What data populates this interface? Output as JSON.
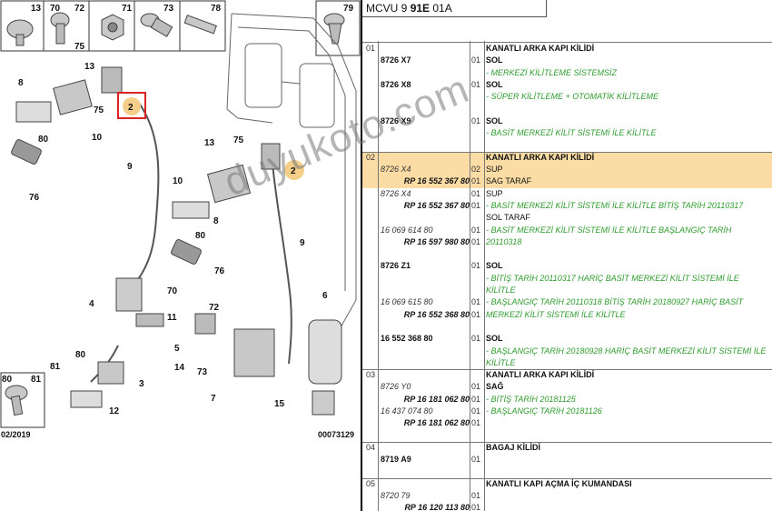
{
  "header": {
    "prefix": "MCVU 9 ",
    "bold": "91E",
    "suffix": " 01A"
  },
  "diagram": {
    "top_box_labels": [
      "13",
      "70",
      "72",
      "75",
      "71",
      "73",
      "78",
      "79"
    ],
    "callouts": [
      "13",
      "8",
      "75",
      "2",
      "10",
      "80",
      "76",
      "9",
      "13",
      "75",
      "2",
      "10",
      "8",
      "80",
      "76",
      "9",
      "4",
      "70",
      "72",
      "6",
      "11",
      "5",
      "14",
      "80",
      "81",
      "3",
      "73",
      "7",
      "12",
      "15",
      "80",
      "81"
    ],
    "date_label": "02/2019",
    "drawing_number": "00073129"
  },
  "watermark": "duyukoto.com",
  "rows": [
    {
      "grp": "01",
      "ref": "",
      "ref_style": "",
      "qty": "",
      "desc": "KANATLI ARKA KAPI KİLİDİ",
      "desc_style": "b",
      "hl": false
    },
    {
      "grp": "",
      "ref": "8726 X7",
      "ref_style": "",
      "qty": "01",
      "desc": "SOL",
      "desc_style": "b",
      "hl": false
    },
    {
      "grp": "",
      "ref": "",
      "ref_style": "",
      "qty": "",
      "desc": "- MERKEZİ KİLİTLEME SİSTEMSİZ",
      "desc_style": "g",
      "hl": false
    },
    {
      "grp": "",
      "ref": "8726 X8",
      "ref_style": "",
      "qty": "01",
      "desc": "SOL",
      "desc_style": "b",
      "hl": false
    },
    {
      "grp": "",
      "ref": "",
      "ref_style": "",
      "qty": "",
      "desc": "- SÜPER KİLİTLEME + OTOMATİK KİLİTLEME",
      "desc_style": "g",
      "hl": false
    },
    {
      "grp": "",
      "ref": "",
      "ref_style": "",
      "qty": "",
      "desc": "",
      "desc_style": "",
      "hl": false
    },
    {
      "grp": "",
      "ref": "8726 X9",
      "ref_style": "",
      "qty": "01",
      "desc": "SOL",
      "desc_style": "b",
      "hl": false
    },
    {
      "grp": "",
      "ref": "",
      "ref_style": "",
      "qty": "",
      "desc": "- BASİT MERKEZİ KİLİT SİSTEMİ İLE KİLİTLE",
      "desc_style": "g",
      "hl": false
    },
    {
      "grp": "",
      "ref": "",
      "ref_style": "",
      "qty": "",
      "desc": "",
      "desc_style": "",
      "hl": false
    },
    {
      "grp": "02",
      "ref": "",
      "ref_style": "",
      "qty": "",
      "desc": "KANATLI ARKA KAPI KİLİDİ",
      "desc_style": "b",
      "hl": true
    },
    {
      "grp": "",
      "ref": "8726 X4",
      "ref_style": "it",
      "qty": "02",
      "desc": "SUP",
      "desc_style": "",
      "hl": true
    },
    {
      "grp": "",
      "ref": "RP 16 552 367 80",
      "ref_style": "rp",
      "qty": "01",
      "desc": "SAG TARAF",
      "desc_style": "",
      "hl": true
    },
    {
      "grp": "",
      "ref": "8726 X4",
      "ref_style": "it",
      "qty": "01",
      "desc": "SUP",
      "desc_style": "",
      "hl": false
    },
    {
      "grp": "",
      "ref": "RP 16 552 367 80",
      "ref_style": "rp",
      "qty": "01",
      "desc": "- BASİT MERKEZİ KİLİT SİSTEMİ İLE KİLİTLE BİTİŞ TARİH 20110317",
      "desc_style": "g",
      "hl": false
    },
    {
      "grp": "",
      "ref": "",
      "ref_style": "",
      "qty": "",
      "desc": "SOL TARAF",
      "desc_style": "",
      "hl": false
    },
    {
      "grp": "",
      "ref": "16 069 614 80",
      "ref_style": "it",
      "qty": "01",
      "desc": "- BASİT MERKEZİ KİLİT SİSTEMİ İLE KİLİTLE BAŞLANGIÇ TARİH",
      "desc_style": "g",
      "hl": false
    },
    {
      "grp": "",
      "ref": "RP 16 597 980 80",
      "ref_style": "rp",
      "qty": "01",
      "desc": "20110318",
      "desc_style": "g",
      "hl": false
    },
    {
      "grp": "",
      "ref": "",
      "ref_style": "",
      "qty": "",
      "desc": "",
      "desc_style": "",
      "hl": false
    },
    {
      "grp": "",
      "ref": "8726 Z1",
      "ref_style": "",
      "qty": "01",
      "desc": "SOL",
      "desc_style": "b",
      "hl": false
    },
    {
      "grp": "",
      "ref": "",
      "ref_style": "",
      "qty": "",
      "desc": "- BİTİŞ TARİH 20110317 HARİÇ BASİT MERKEZİ KİLİT SİSTEMİ İLE",
      "desc_style": "g",
      "hl": false
    },
    {
      "grp": "",
      "ref": "",
      "ref_style": "",
      "qty": "",
      "desc": "KİLİTLE",
      "desc_style": "g",
      "hl": false
    },
    {
      "grp": "",
      "ref": "16 069 615 80",
      "ref_style": "it",
      "qty": "01",
      "desc": "- BAŞLANGIÇ TARİH 20110318 BİTİŞ TARİH 20180927 HARİÇ BASİT",
      "desc_style": "g",
      "hl": false
    },
    {
      "grp": "",
      "ref": "RP 16 552 368 80",
      "ref_style": "rp",
      "qty": "01",
      "desc": "MERKEZİ KİLİT SİSTEMİ İLE KİLİTLE",
      "desc_style": "g",
      "hl": false
    },
    {
      "grp": "",
      "ref": "",
      "ref_style": "",
      "qty": "",
      "desc": "",
      "desc_style": "",
      "hl": false
    },
    {
      "grp": "",
      "ref": "16 552 368 80",
      "ref_style": "",
      "qty": "01",
      "desc": "SOL",
      "desc_style": "b",
      "hl": false
    },
    {
      "grp": "",
      "ref": "",
      "ref_style": "",
      "qty": "",
      "desc": "- BAŞLANGIÇ TARİH 20180928 HARİÇ BASİT MERKEZİ KİLİT SİSTEMİ İLE",
      "desc_style": "g",
      "hl": false
    },
    {
      "grp": "",
      "ref": "",
      "ref_style": "",
      "qty": "",
      "desc": "KİLİTLE",
      "desc_style": "g",
      "hl": false
    },
    {
      "grp": "03",
      "ref": "",
      "ref_style": "",
      "qty": "",
      "desc": "KANATLI ARKA KAPI KİLİDİ",
      "desc_style": "b",
      "hl": false
    },
    {
      "grp": "",
      "ref": "8726 Y0",
      "ref_style": "it",
      "qty": "01",
      "desc": "SAĞ",
      "desc_style": "b",
      "hl": false
    },
    {
      "grp": "",
      "ref": "RP 16 181 062 80",
      "ref_style": "rp",
      "qty": "01",
      "desc": "- BİTİŞ TARİH 20181125",
      "desc_style": "g",
      "hl": false
    },
    {
      "grp": "",
      "ref": "16 437 074 80",
      "ref_style": "it",
      "qty": "01",
      "desc": "- BAŞLANGIÇ TARİH 20181126",
      "desc_style": "g",
      "hl": false
    },
    {
      "grp": "",
      "ref": "RP 16 181 062 80",
      "ref_style": "rp",
      "qty": "01",
      "desc": "",
      "desc_style": "",
      "hl": false
    },
    {
      "grp": "",
      "ref": "",
      "ref_style": "",
      "qty": "",
      "desc": "",
      "desc_style": "",
      "hl": false
    },
    {
      "grp": "04",
      "ref": "",
      "ref_style": "",
      "qty": "",
      "desc": "BAGAJ KİLİDİ",
      "desc_style": "b",
      "hl": false
    },
    {
      "grp": "",
      "ref": "8719 A9",
      "ref_style": "",
      "qty": "01",
      "desc": "",
      "desc_style": "",
      "hl": false
    },
    {
      "grp": "",
      "ref": "",
      "ref_style": "",
      "qty": "",
      "desc": "",
      "desc_style": "",
      "hl": false
    },
    {
      "grp": "05",
      "ref": "",
      "ref_style": "",
      "qty": "",
      "desc": "KANATLI KAPI AÇMA İÇ KUMANDASI",
      "desc_style": "b",
      "hl": false
    },
    {
      "grp": "",
      "ref": "8720 79",
      "ref_style": "it",
      "qty": "01",
      "desc": "",
      "desc_style": "",
      "hl": false
    },
    {
      "grp": "",
      "ref": "RP 16 120 113 80",
      "ref_style": "rp",
      "qty": "01",
      "desc": "",
      "desc_style": "",
      "hl": false
    }
  ]
}
